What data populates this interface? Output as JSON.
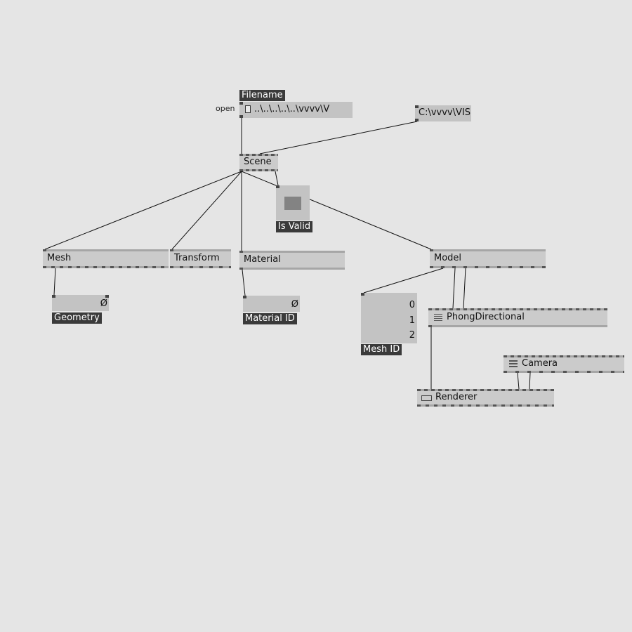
{
  "patch": {
    "filename": {
      "tag": "Filename",
      "pin_label": "open",
      "value": "..\\..\\..\\..\\..\\vvvv\\V"
    },
    "path_box": {
      "value": "C:\\vvvv\\VIS"
    },
    "nodes": {
      "scene": "Scene",
      "mesh": "Mesh",
      "transform": "Transform",
      "material": "Material",
      "model": "Model",
      "phong": "PhongDirectional",
      "camera": "Camera",
      "renderer": "Renderer"
    },
    "is_valid": {
      "tag": "Is Valid"
    },
    "geometry": {
      "tag": "Geometry",
      "value": "Ø"
    },
    "material_id": {
      "tag": "Material ID",
      "value": "Ø"
    },
    "mesh_id": {
      "tag": "Mesh ID",
      "values": [
        "0",
        "1",
        "2"
      ]
    }
  },
  "colors": {
    "background": "#e5e5e5",
    "node_fill": "#cbcbcb",
    "pin": "#444444",
    "label_bg": "#3a3a3a",
    "wire": "#111111"
  }
}
